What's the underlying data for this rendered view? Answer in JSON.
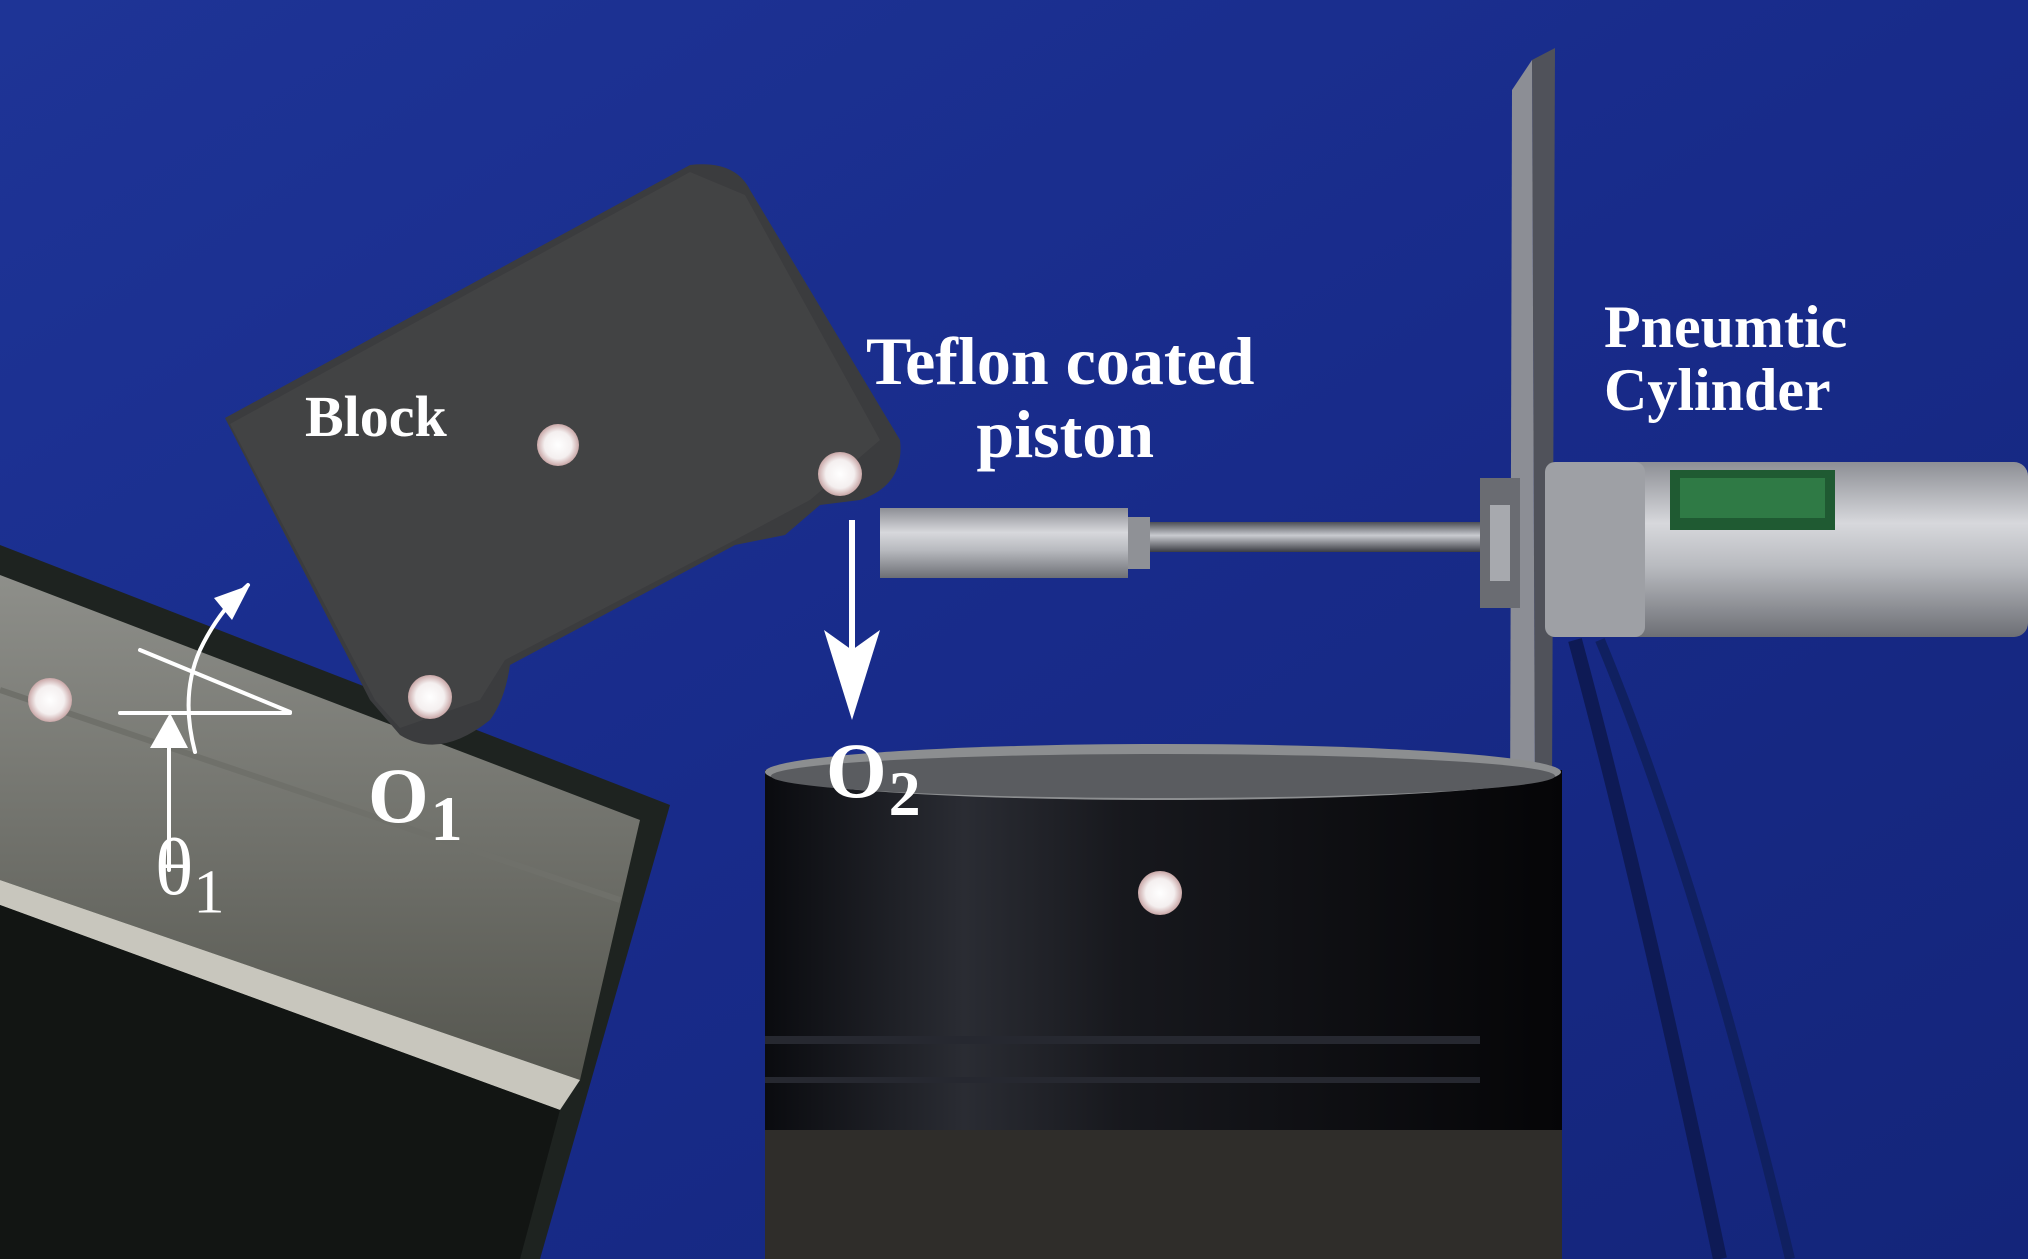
{
  "labels": {
    "block": "Block",
    "piston_line1": "Teflon coated",
    "piston_line2": "piston",
    "cylinder_line1": "Pneumtic",
    "cylinder_line2": "Cylinder",
    "o1_base": "O",
    "o1_sub": "1",
    "o2_base": "O",
    "o2_sub": "2",
    "theta_base": "θ",
    "theta_sub": "1"
  },
  "colors": {
    "background": "#1a2f8f",
    "annotation": "#ffffff"
  }
}
